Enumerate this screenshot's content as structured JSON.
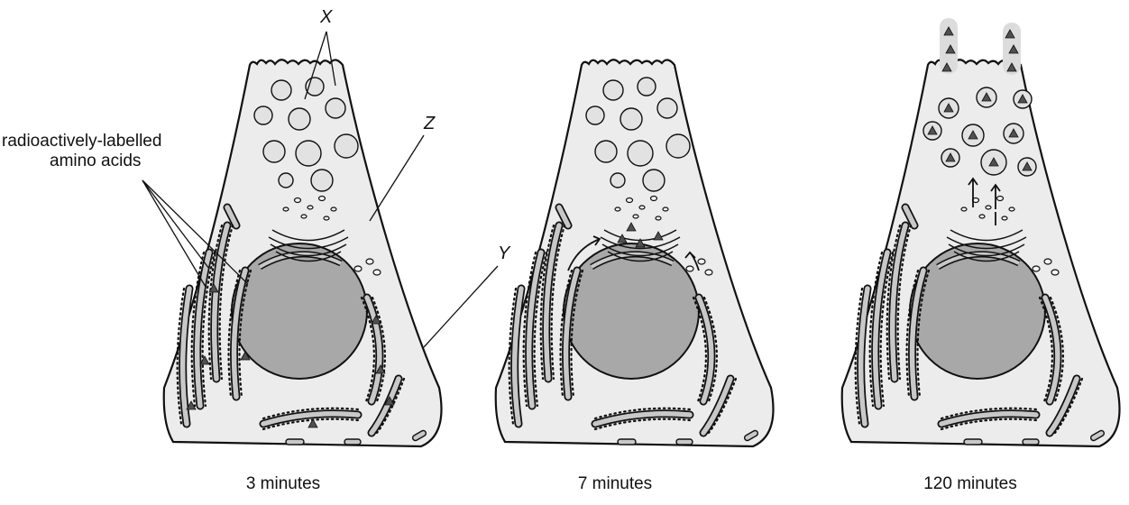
{
  "labels": {
    "X": "X",
    "Y": "Y",
    "Z": "Z",
    "amino_line1": "radioactively-labelled",
    "amino_line2": "amino acids"
  },
  "panels": [
    {
      "caption": "3 minutes"
    },
    {
      "caption": "7 minutes"
    },
    {
      "caption": "120 minutes"
    }
  ],
  "colors": {
    "cytoplasm": "#ececec",
    "nucleus": "#a8a8a8",
    "organelle": "#c8c8c8",
    "vesicle": "#e2e2e2",
    "protein": "#505050",
    "outline": "#111111"
  }
}
